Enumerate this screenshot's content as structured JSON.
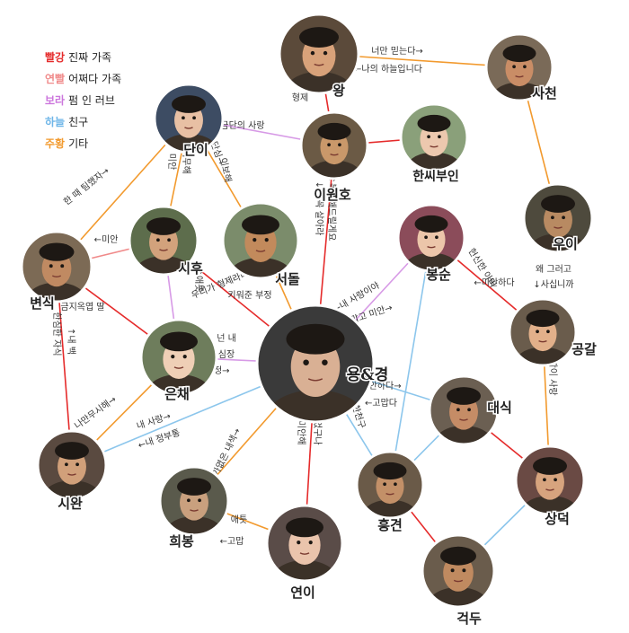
{
  "legend": [
    {
      "key": "빨강",
      "text": "진짜 가족",
      "color": "#e52b2b"
    },
    {
      "key": "연빨",
      "text": "어쩌다 가족",
      "color": "#f08a8a"
    },
    {
      "key": "보라",
      "text": "펌 인 러브",
      "color": "#cc77dd"
    },
    {
      "key": "하늘",
      "text": "친구",
      "color": "#6fb6e8"
    },
    {
      "key": "주황",
      "text": "기타",
      "color": "#f29a2e"
    }
  ],
  "characters": [
    {
      "id": "wang",
      "name": "왕",
      "skin": "#d8a27a",
      "bg": "#5b4a3a"
    },
    {
      "id": "sacheon",
      "name": "사천",
      "skin": "#c98d66",
      "bg": "#7a6a58"
    },
    {
      "id": "dani",
      "name": "단이",
      "skin": "#e8c0a4",
      "bg": "#3d4c63"
    },
    {
      "id": "iwonho",
      "name": "이원호",
      "skin": "#c9986a",
      "bg": "#6b5a45"
    },
    {
      "id": "hanssi",
      "name": "한씨부인",
      "skin": "#ecc8ae",
      "bg": "#8aa07a"
    },
    {
      "id": "byeonsik",
      "name": "변식",
      "skin": "#c08a62",
      "bg": "#7c6a55"
    },
    {
      "id": "sihu",
      "name": "시후",
      "skin": "#d2a27c",
      "bg": "#5d6d4c"
    },
    {
      "id": "seodol",
      "name": "서돌",
      "skin": "#c28a5c",
      "bg": "#7b8c6b"
    },
    {
      "id": "bongsun",
      "name": "봉순",
      "skin": "#ecc6aa",
      "bg": "#8b4c5a"
    },
    {
      "id": "wooi",
      "name": "우이",
      "skin": "#b88a62",
      "bg": "#4e4a3d"
    },
    {
      "id": "gonggal",
      "name": "공갈",
      "skin": "#e2b08a",
      "bg": "#6a5c4c"
    },
    {
      "id": "eunchae",
      "name": "은채",
      "skin": "#efcfb6",
      "bg": "#6e7d5c"
    },
    {
      "id": "yongdogyeong",
      "name": "용&경",
      "skin": "#d9b094",
      "bg": "#3a3a3a"
    },
    {
      "id": "daesik",
      "name": "대식",
      "skin": "#c58c66",
      "bg": "#6b5f52"
    },
    {
      "id": "siwan",
      "name": "시완",
      "skin": "#d1a07a",
      "bg": "#5a4a40"
    },
    {
      "id": "heebong",
      "name": "희봉",
      "skin": "#c9a07e",
      "bg": "#5a5a4c"
    },
    {
      "id": "yeoni",
      "name": "연이",
      "skin": "#eac4ac",
      "bg": "#5a4c48"
    },
    {
      "id": "heunggyeon",
      "name": "흥견",
      "skin": "#c39068",
      "bg": "#6a5a48"
    },
    {
      "id": "sangdeok",
      "name": "상덕",
      "skin": "#d7a47e",
      "bg": "#6a4a44"
    },
    {
      "id": "geokdu",
      "name": "걱두",
      "skin": "#c08a60",
      "bg": "#6a5c4c"
    }
  ],
  "relations": [
    {
      "text": "너만 믿는다→"
    },
    {
      "text": "←나의 하늘입니다"
    },
    {
      "text": "형제"
    },
    {
      "text": "금단의 사랑"
    },
    {
      "text": "한 때 팀했자→"
    },
    {
      "text": "미안"
    },
    {
      "text": "너무해"
    },
    {
      "text": "일편단심→"
    },
    {
      "text": "이보해"
    },
    {
      "text": "←미안"
    },
    {
      "text": "금지옥엽 딸"
    },
    {
      "text": "↑애틋"
    },
    {
      "text": "우리가 형제라니"
    },
    {
      "text": "키워준 부정"
    },
    {
      "text": "↓넌 꼭 살아라"
    },
    {
      "text": "↑복수해드릴게요"
    },
    {
      "text": "←내 사랑이야"
    },
    {
      "text": "고맙고 미안→"
    },
    {
      "text": "헌신한 아버"
    },
    {
      "text": "←미안하다"
    },
    {
      "text": "왜 그러고"
    },
    {
      "text": "↓사십니까"
    },
    {
      "text": "넌 내"
    },
    {
      "text": "심장"
    },
    {
      "text": "내 연정→"
    },
    {
      "text": "한심한 자식"
    },
    {
      "text": "↑내 백"
    },
    {
      "text": "나만무시해→"
    },
    {
      "text": "내 사랑→"
    },
    {
      "text": "←내 정부통"
    },
    {
      "text": "가엾은 내색→"
    },
    {
      "text": "미안하다→"
    },
    {
      "text": "←고맙다"
    },
    {
      "text": "늦깍이 사랑"
    },
    {
      "text": "←마디한천구"
    },
    {
      "text": "살아주었구나"
    },
    {
      "text": "누나 미안해"
    },
    {
      "text": "애틋"
    },
    {
      "text": "←고맙"
    }
  ]
}
